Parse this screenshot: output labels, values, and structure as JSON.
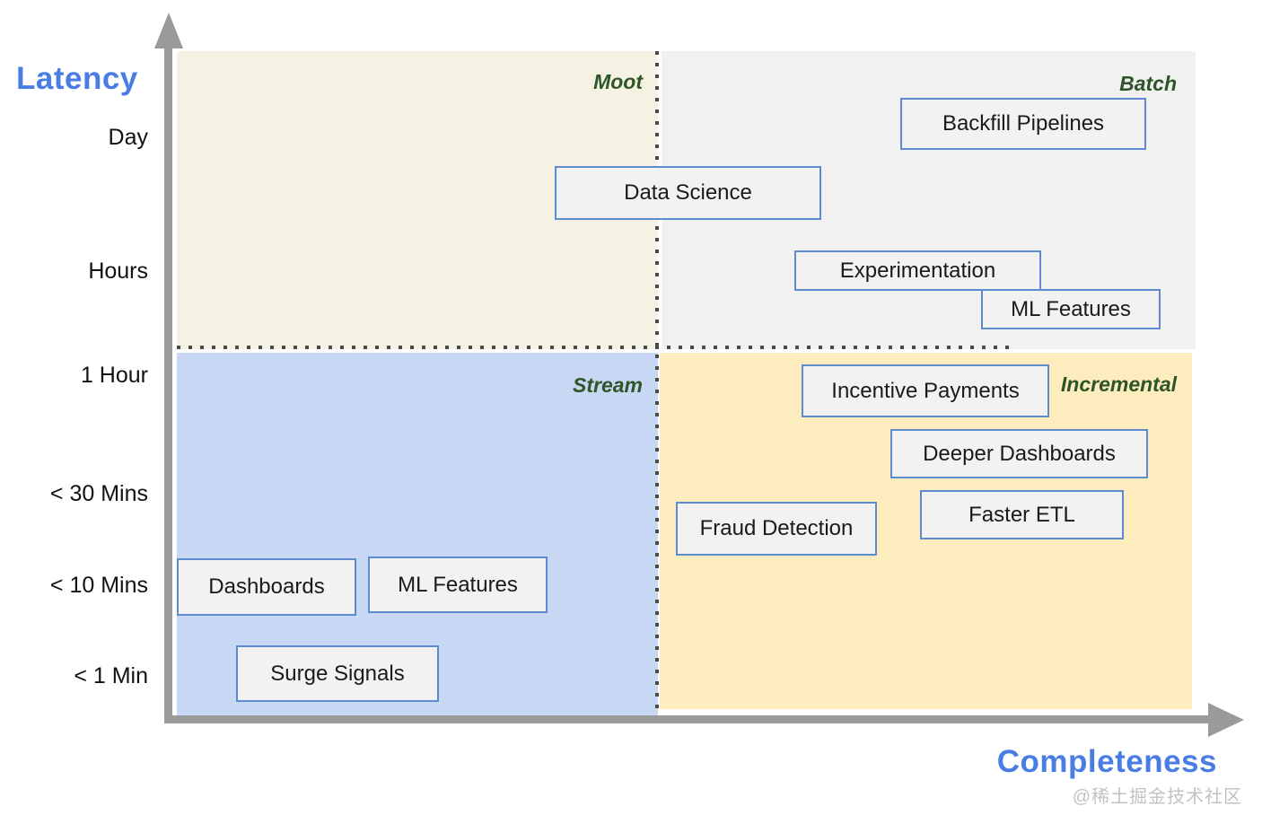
{
  "y_axis": {
    "title": "Latency",
    "ticks": [
      "Day",
      "Hours",
      "1 Hour",
      "< 30 Mins",
      "< 10 Mins",
      "< 1 Min"
    ]
  },
  "x_axis": {
    "title": "Completeness"
  },
  "quadrants": [
    {
      "id": "moot",
      "label": "Moot",
      "color": "#f5f1e3"
    },
    {
      "id": "batch",
      "label": "Batch",
      "color": "#f1f1f2"
    },
    {
      "id": "stream",
      "label": "Stream",
      "color": "#c8d8f4"
    },
    {
      "id": "incremental",
      "label": "Incremental",
      "color": "#fdedbe"
    }
  ],
  "items": [
    {
      "label": "Backfill Pipelines",
      "quadrant": "batch"
    },
    {
      "label": "Data Science",
      "quadrant": "moot-batch-boundary"
    },
    {
      "label": "Experimentation",
      "quadrant": "batch"
    },
    {
      "label": "ML Features",
      "quadrant": "batch"
    },
    {
      "label": "Incentive Payments",
      "quadrant": "incremental"
    },
    {
      "label": "Deeper Dashboards",
      "quadrant": "incremental"
    },
    {
      "label": "Faster ETL",
      "quadrant": "incremental"
    },
    {
      "label": "Fraud Detection",
      "quadrant": "incremental"
    },
    {
      "label": "Dashboards",
      "quadrant": "stream"
    },
    {
      "label": "ML Features",
      "quadrant": "stream"
    },
    {
      "label": "Surge Signals",
      "quadrant": "stream"
    }
  ],
  "watermark": "@稀土掘金技术社区",
  "colors": {
    "axis_title_blue": "#4a7de4",
    "quadrant_label_green": "#2d5527",
    "box_border_blue": "#5e8ad0",
    "box_fill": "#f2f2f2",
    "axis_gray": "#9a9a9a",
    "dotted_line": "#4a4a4a"
  }
}
